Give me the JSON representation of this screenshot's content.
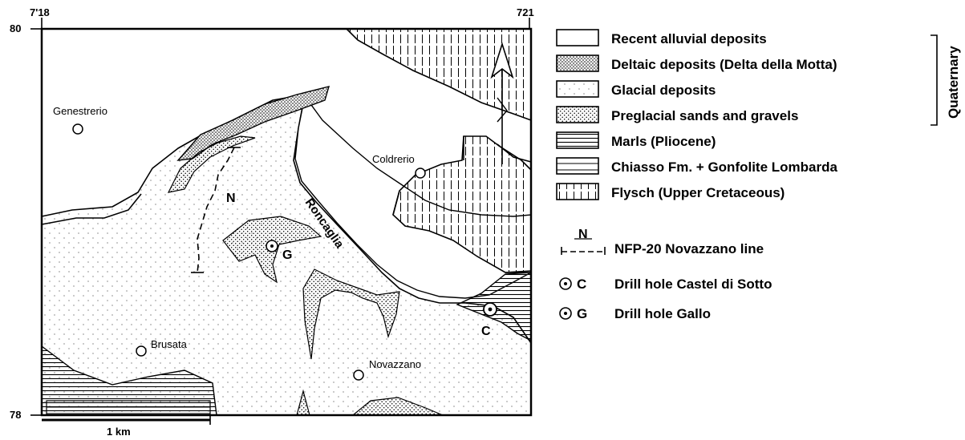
{
  "map": {
    "coordinates": {
      "x_left": "7'18",
      "x_right": "721",
      "y_top": "80",
      "y_bottom": "78"
    },
    "scale_label": "1 km",
    "places": [
      {
        "name": "Genestrerio"
      },
      {
        "name": "Coldrerio"
      },
      {
        "name": "Brusata"
      },
      {
        "name": "Novazzano"
      }
    ],
    "features": {
      "roncaglia": "Roncaglia",
      "line_label": "N",
      "drill_g": "G",
      "drill_c": "C"
    }
  },
  "legend": {
    "group_label": "Quaternary",
    "items": [
      {
        "pattern": "blank",
        "text": "Recent alluvial deposits"
      },
      {
        "pattern": "deltaic",
        "text": "Deltaic deposits (Delta della Motta)"
      },
      {
        "pattern": "glacial",
        "text": "Glacial deposits"
      },
      {
        "pattern": "preglacial",
        "text": "Preglacial sands and gravels"
      },
      {
        "pattern": "marls",
        "text": "Marls (Pliocene)"
      },
      {
        "pattern": "chiasso",
        "text": "Chiasso Fm. + Gonfolite Lombarda"
      },
      {
        "pattern": "flysch",
        "text": "Flysch (Upper Cretaceous)"
      }
    ],
    "line_item": {
      "symbol": "N",
      "text": "NFP-20 Novazzano line"
    },
    "drill_items": [
      {
        "symbol": "C",
        "text": "Drill hole Castel di Sotto"
      },
      {
        "symbol": "G",
        "text": "Drill hole Gallo"
      }
    ]
  }
}
